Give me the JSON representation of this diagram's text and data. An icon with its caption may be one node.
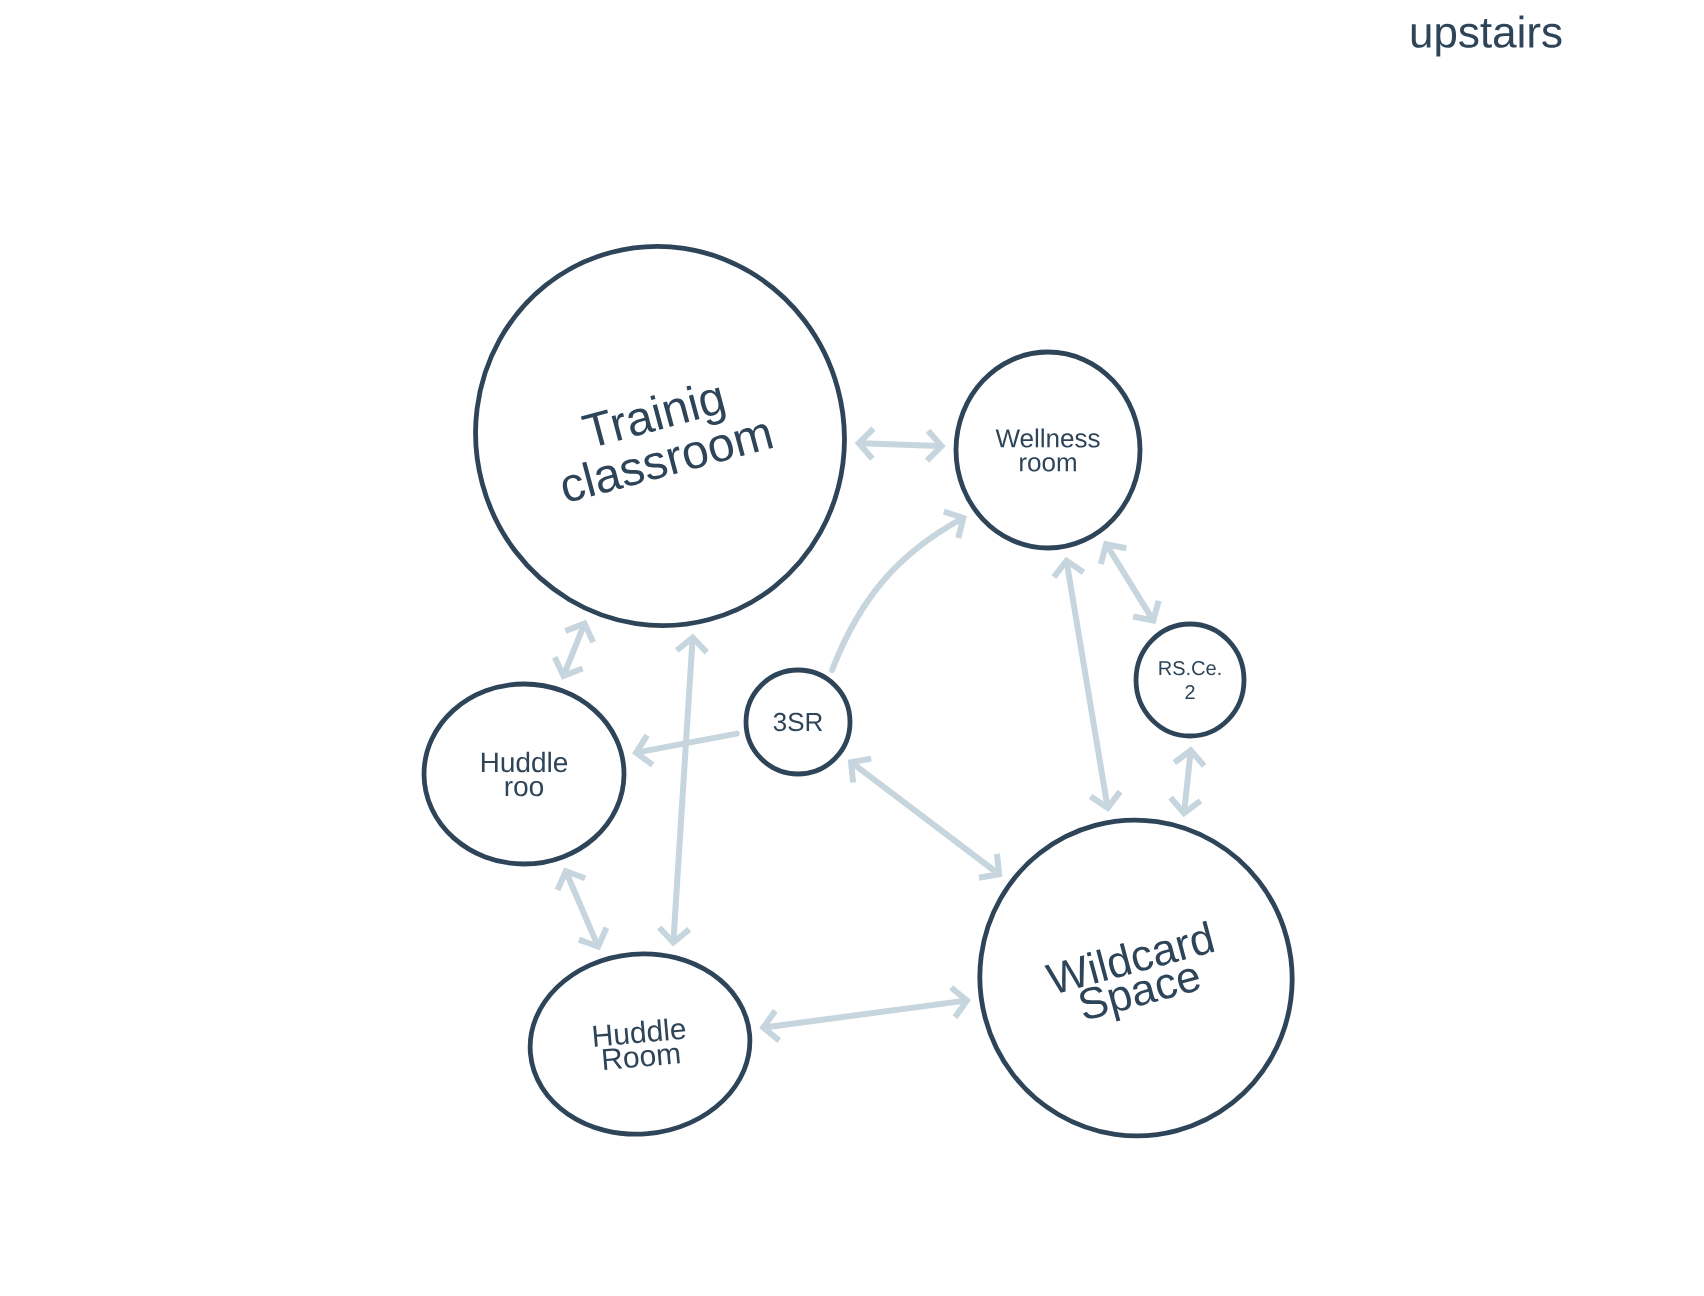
{
  "diagram": {
    "title": "upstairs",
    "nodes": [
      {
        "text": [
          "Trainig classroom"
        ]
      },
      {
        "text": [
          "Wellness room"
        ]
      },
      {
        "text": [
          "RS.Ce. 2"
        ]
      },
      {
        "text": [
          "3SR"
        ]
      },
      {
        "text": [
          "Huddle roo"
        ]
      },
      {
        "text": [
          "Huddle Room"
        ]
      },
      {
        "text": [
          "Wildcard Space"
        ]
      }
    ],
    "edges": [
      {
        "from": 0,
        "to": 1,
        "arrow": "both"
      },
      {
        "from": 0,
        "to": 4,
        "arrow": "both"
      },
      {
        "from": 3,
        "to": 4,
        "arrow": "to"
      },
      {
        "from": 3,
        "to": 1,
        "arrow": "to"
      },
      {
        "from": 3,
        "to": 6,
        "arrow": "both"
      },
      {
        "from": 1,
        "to": 6,
        "arrow": "both"
      },
      {
        "from": 1,
        "to": 2,
        "arrow": "both"
      },
      {
        "from": 2,
        "to": 6,
        "arrow": "both"
      },
      {
        "from": 4,
        "to": 5,
        "arrow": "both"
      },
      {
        "from": 0,
        "to": 5,
        "arrow": "both"
      },
      {
        "from": 5,
        "to": 6,
        "arrow": "both"
      }
    ]
  }
}
